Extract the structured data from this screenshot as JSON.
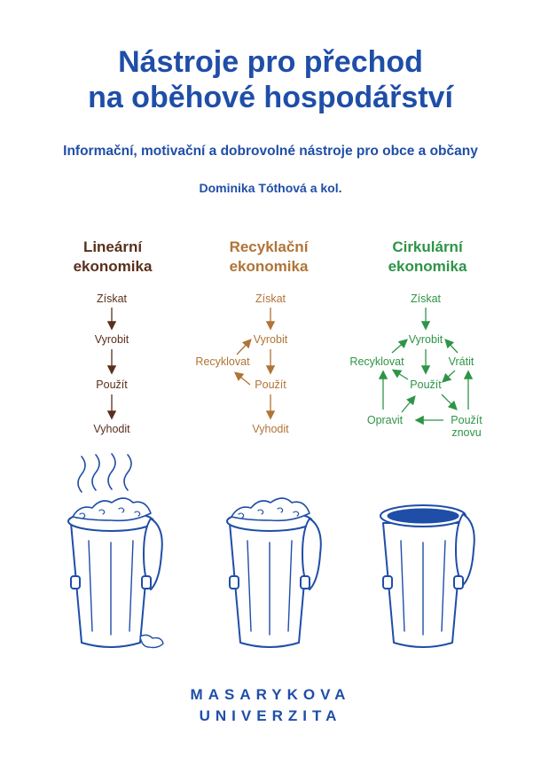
{
  "title_line1": "Nástroje pro přechod",
  "title_line2": "na oběhové hospodářství",
  "subtitle": "Informační, motivační a dobrovolné nástroje pro obce a občany",
  "author": "Dominika Tóthová a kol.",
  "columns": {
    "linear": {
      "title1": "Lineární",
      "title2": "ekonomika",
      "steps": [
        "Získat",
        "Vyrobit",
        "Použít",
        "Vyhodit"
      ]
    },
    "recycling": {
      "title1": "Recyklační",
      "title2": "ekonomika",
      "steps": [
        "Získat",
        "Vyrobit",
        "Použít",
        "Vyhodit"
      ],
      "loop": "Recyklovat"
    },
    "circular": {
      "title1": "Cirkulární",
      "title2": "ekonomika",
      "nodes": {
        "get": "Získat",
        "make": "Vyrobit",
        "recycle": "Recyklovat",
        "return": "Vrátit",
        "use": "Použít",
        "repair": "Opravit",
        "reuse1": "Použít",
        "reuse2": "znovu"
      }
    }
  },
  "colors": {
    "blue": "#1f4ea8",
    "linear": "#5a2f1c",
    "recycling": "#b07436",
    "circular": "#2e9447"
  },
  "publisher": {
    "line1": "MASARYKOVA",
    "line2": "UNIVERZITA"
  }
}
